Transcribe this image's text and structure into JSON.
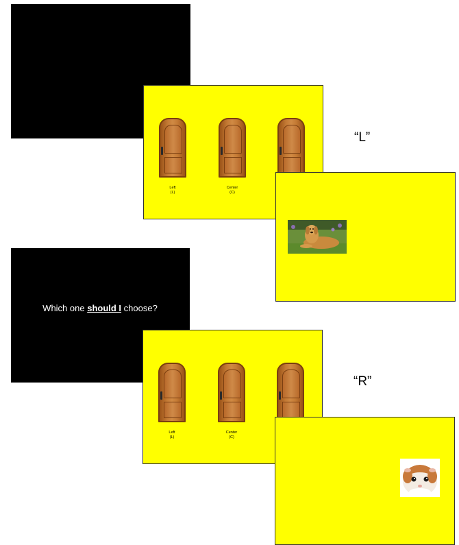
{
  "question": {
    "before": "Which one ",
    "emphasis": "should I",
    "after": " choose?"
  },
  "trials": [
    {
      "doors": [
        {
          "name": "Left",
          "key": "(L)"
        },
        {
          "name": "Center",
          "key": "(C)"
        }
      ],
      "response": "“L”",
      "outcome_image": "golden-retriever-dog"
    },
    {
      "doors": [
        {
          "name": "Left",
          "key": "(L)"
        },
        {
          "name": "Center",
          "key": "(C)"
        }
      ],
      "response": "“R”",
      "outcome_image": "guinea-pig"
    }
  ],
  "colors": {
    "stimulus_background": "#ffff00",
    "cue_background": "#000000"
  }
}
